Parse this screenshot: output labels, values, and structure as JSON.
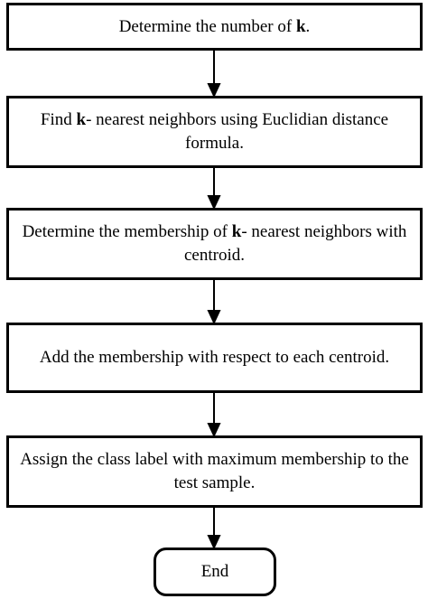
{
  "steps": [
    {
      "pre": "Determine the number of ",
      "k": "k",
      "post": "."
    },
    {
      "pre": "Find ",
      "k": "k",
      "post": "- nearest neighbors using Euclidian distance formula."
    },
    {
      "pre": "Determine the membership of ",
      "k": "k",
      "post": "- nearest neighbors with centroid."
    },
    {
      "text": "Add the membership with respect to each centroid."
    },
    {
      "text": "Assign the class label with maximum membership to the test sample."
    }
  ],
  "end_label": "End"
}
